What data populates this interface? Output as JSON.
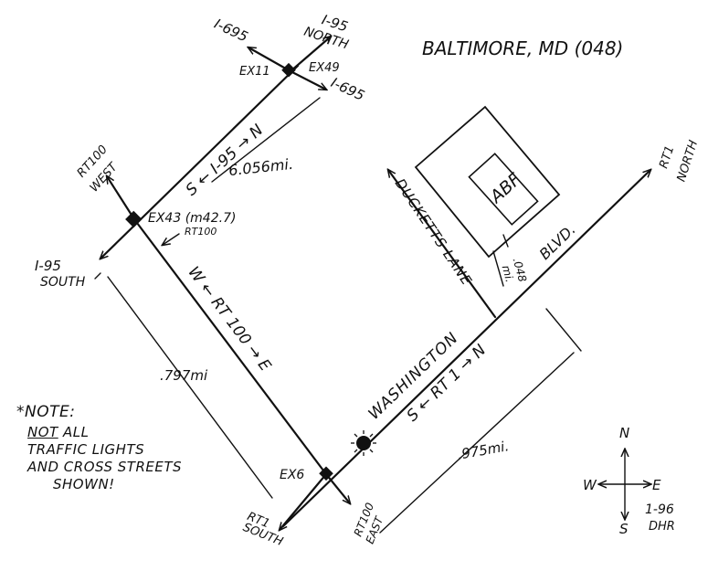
{
  "title": "BALTIMORE, MD (048)",
  "roads": {
    "i95_north_lbl": "I-95",
    "i95_north_sub": "NORTH",
    "i695_w": "I-695",
    "i695_e": "I-695",
    "ex11": "EX11",
    "ex49": "EX49",
    "i95_dir": "S ← I-95 → N",
    "dist_i95": "6.056mi.",
    "rt100_west": "RT100",
    "rt100_west_sub": "WEST",
    "ex43": "EX43 (m42.7)",
    "ex43_sub": "RT100",
    "i95_south": "I-95",
    "i95_south_sub": "SOUTH",
    "rt100_dir": "W ← RT 100 → E",
    "dist_rt100": ".797mi",
    "ex6": "EX6",
    "rt1_south": "RT1",
    "rt1_south_sub": "SOUTH",
    "rt100_east": "RT100",
    "rt100_east_sub": "EAST",
    "washington": "WASHINGTON",
    "rt1_dir": "S ← RT 1 → N",
    "blvd": "BLVD.",
    "dist_rt1": ".975mi.",
    "rt1_north": "RT1",
    "rt1_north_sub": "NORTH",
    "ducketts": "DUCKETTS LANE",
    "dist_lane": ".048",
    "dist_lane_unit": "mi.",
    "abf": "ABF"
  },
  "note": {
    "head": "*NOTE:",
    "line1_u": "NOT",
    "line1": " ALL",
    "line2": "TRAFFIC LIGHTS",
    "line3": "AND CROSS STREETS",
    "line4": "SHOWN!"
  },
  "compass": {
    "n": "N",
    "s": "S",
    "e": "E",
    "w": "W",
    "date": "1-96",
    "initials": "DHR"
  }
}
